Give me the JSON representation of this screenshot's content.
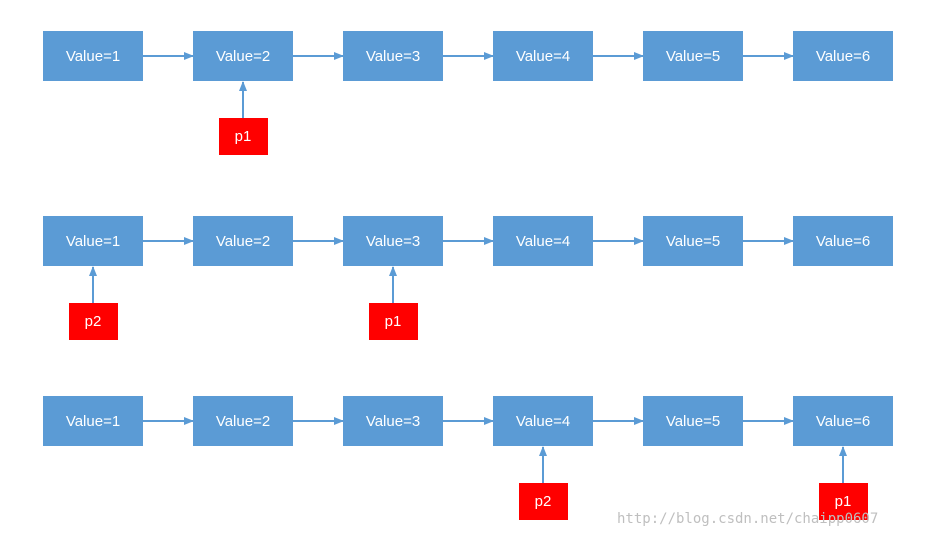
{
  "diagram": {
    "rows": [
      {
        "nodes": [
          "Value=1",
          "Value=2",
          "Value=3",
          "Value=4",
          "Value=5",
          "Value=6"
        ],
        "pointers": [
          {
            "label": "p1",
            "target_index": 1
          }
        ]
      },
      {
        "nodes": [
          "Value=1",
          "Value=2",
          "Value=3",
          "Value=4",
          "Value=5",
          "Value=6"
        ],
        "pointers": [
          {
            "label": "p2",
            "target_index": 0
          },
          {
            "label": "p1",
            "target_index": 2
          }
        ]
      },
      {
        "nodes": [
          "Value=1",
          "Value=2",
          "Value=3",
          "Value=4",
          "Value=5",
          "Value=6"
        ],
        "pointers": [
          {
            "label": "p2",
            "target_index": 3
          },
          {
            "label": "p1",
            "target_index": 5
          }
        ]
      }
    ],
    "colors": {
      "node_fill": "#5b9bd5",
      "pointer_fill": "#ff0000",
      "arrow": "#5b9bd5",
      "text": "#ffffff"
    }
  },
  "watermark": "http://blog.csdn.net/chaipp0607"
}
